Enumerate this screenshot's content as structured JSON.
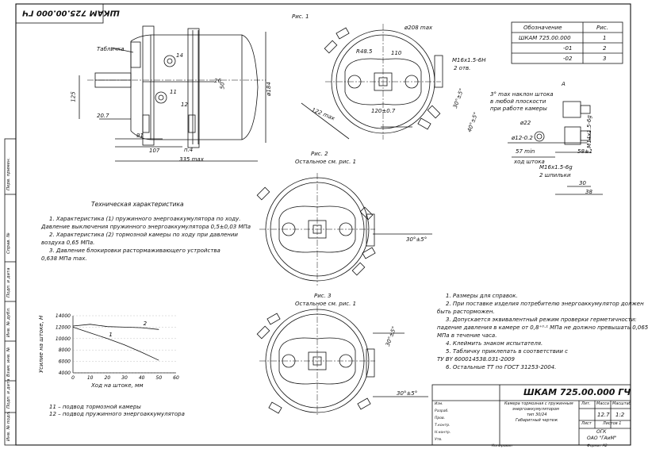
{
  "stamp": {
    "designation_rotated": "ШКАМ 725.00.000 ГЧ"
  },
  "side_stamps": [
    "Перв. примен.",
    "Справ. №",
    "Подп. и дата",
    "Инв. № дубл.",
    "Взам. инв. №",
    "Подп. и дата",
    "Инв. № подл."
  ],
  "main_view": {
    "label_plate": "Табличка",
    "dims": [
      "125",
      "20.7",
      "91",
      "107",
      "335 max",
      "ø184",
      "14",
      "26",
      "11",
      "50",
      "12",
      "п.4"
    ]
  },
  "fig1": {
    "caption": "Рис. 1",
    "dims": [
      "ø208 max",
      "R48.5",
      "110",
      "M16x1.5-6H",
      "2 отв.",
      "120±0.7",
      "122 max",
      "30°±5°",
      "40°±5°"
    ]
  },
  "fig2": {
    "caption": "Рис. 2",
    "note": "Остальное см. рис. 1",
    "angle": "30°±5°"
  },
  "fig3": {
    "caption": "Рис. 3",
    "note": "Остальное см. рис. 1",
    "angle1": "30°±5°",
    "angle2": "30°±5°"
  },
  "variants": {
    "headers": [
      "Обозначение",
      "Рис."
    ],
    "rows": [
      [
        "ШКАМ 725.00.000",
        "1"
      ],
      [
        "-01",
        "2"
      ],
      [
        "-02",
        "3"
      ]
    ]
  },
  "view_a": {
    "label": "A",
    "tilt_note": [
      "3° max наклон штока",
      "в любой плоскости",
      "при работе камеры"
    ],
    "dims": [
      "ø22",
      "ø12-0.2",
      "57 min",
      "ход штока",
      "58±1",
      "M14x1.5-6g",
      "M16x1.5-6g",
      "2 шпильки",
      "30",
      "38"
    ]
  },
  "tech": {
    "heading": "Техническая характеристика",
    "lines": [
      "1. Характеристика (1) пружинного энергоаккумулятора по ходу.",
      "Давление выключения пружинного энергоаккумулятора 0,5±0,03 МПа",
      "2. Характеристика (2) тормозной камеры по ходу при давлении",
      "воздуха 0,65 МПа.",
      "3. Давление блокировки растормаживающего устройства",
      "0,638 МПа max."
    ]
  },
  "chart_data": {
    "type": "line",
    "xlabel": "Ход на штоке, мм",
    "ylabel": "Усилие на штоке, Н",
    "x_ticks": [
      "0",
      "10",
      "20",
      "30",
      "40",
      "50",
      "60"
    ],
    "y_ticks": [
      "4000",
      "6000",
      "8000",
      "10000",
      "12000",
      "14000"
    ],
    "xlim": [
      0,
      60
    ],
    "ylim": [
      4000,
      14000
    ],
    "series": [
      {
        "name": "1",
        "x": [
          0,
          10,
          20,
          30,
          40,
          50
        ],
        "y": [
          12000,
          11000,
          10000,
          8900,
          7600,
          6200
        ]
      },
      {
        "name": "2",
        "x": [
          0,
          10,
          20,
          30,
          40,
          50
        ],
        "y": [
          12200,
          12500,
          12100,
          12000,
          11900,
          11600
        ]
      }
    ],
    "legend": [
      "11 – подвод тормозной камеры",
      "12 – подвод пружинного энергоаккумулятора"
    ]
  },
  "notes": [
    "1. Размеры для справок.",
    "2. При поставке изделия потребителю энергоаккумулятор должен",
    "быть расторможен.",
    "3. Допускается эквивалентный режим проверки герметичности:",
    "падение давления в камере от 0,8⁺⁰·¹ МПа не должно превышать 0,065",
    "МПа в течение часа.",
    "4. Клеймить знаком испытателя.",
    "5. Табличку приклепать в соответствии с",
    "ТУ BY 600014538.031-2009",
    "6. Остальные ТТ по ГОСТ 31253-2004."
  ],
  "title_block": {
    "designation": "ШКАМ 725.00.000 ГЧ",
    "name": [
      "Камера тормозная с пружинным",
      "энергоаккумулятором",
      "тип 30/24",
      "Габаритный чертеж"
    ],
    "lit_header": "Лит.",
    "mass_header": "Масса",
    "scale_header": "Масштаб",
    "mass": "12.7",
    "scale": "1:2",
    "sheet": "Лист",
    "sheets": "Листов 1",
    "org1": "ОГК",
    "org2": "ОАО \"ГАиМ\"",
    "rows": [
      "Изм.",
      "Разраб.",
      "Пров.",
      "Т.контр.",
      "Н.контр.",
      "Утв."
    ],
    "copied": "Копировал",
    "format": "Формат А2"
  }
}
